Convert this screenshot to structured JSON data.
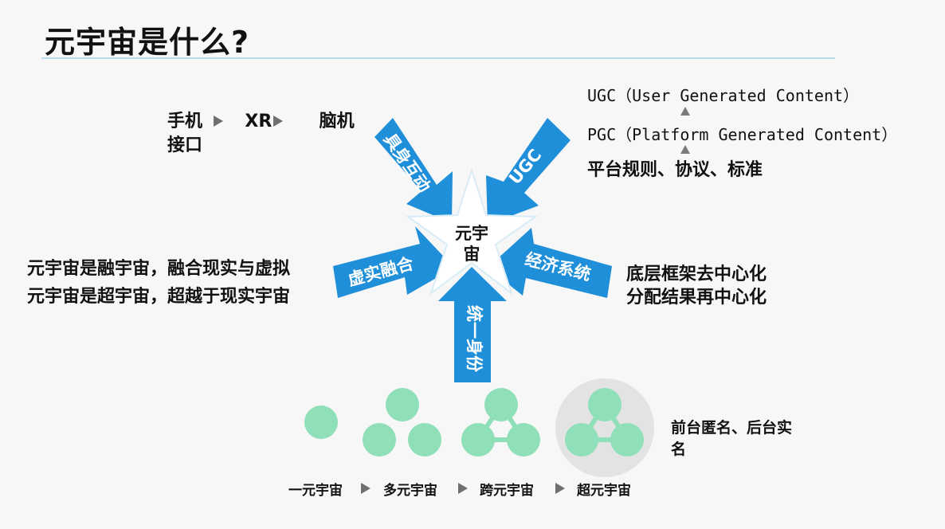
{
  "title": "元宇宙是什么?",
  "center_label_line1": "元宇",
  "center_label_line2": "宙",
  "arrows": {
    "top_left": "具身互动",
    "top_right": "UGC",
    "left": "虚实融合",
    "right": "经济系统",
    "bottom": "统一身份"
  },
  "top_left_text": {
    "phone": "手机",
    "xr": "XR",
    "bci": "脑机",
    "bci_line2": "接口"
  },
  "top_right_text": {
    "ugc": "UGC（User Generated Content）",
    "pgc": "PGC（Platform Generated Content）",
    "rules": "平台规则、协议、标准"
  },
  "left_text": {
    "line1": "元宇宙是融宇宙，融合现实与虚拟",
    "line2": "元宇宙是超宇宙，超越于现实宇宙"
  },
  "right_text": {
    "line1": "底层框架去中心化",
    "line2": "分配结果再中心化"
  },
  "bottom_right_text": {
    "line1": "前台匿名、后台实",
    "line2": "名"
  },
  "sequence": [
    "一元宇宙",
    "多元宇宙",
    "跨元宇宙",
    "超元宇宙"
  ],
  "colors": {
    "arrow_blue": "#1e8fd8",
    "circle_green": "#8fe0b8",
    "rule": "#b8dde9"
  }
}
